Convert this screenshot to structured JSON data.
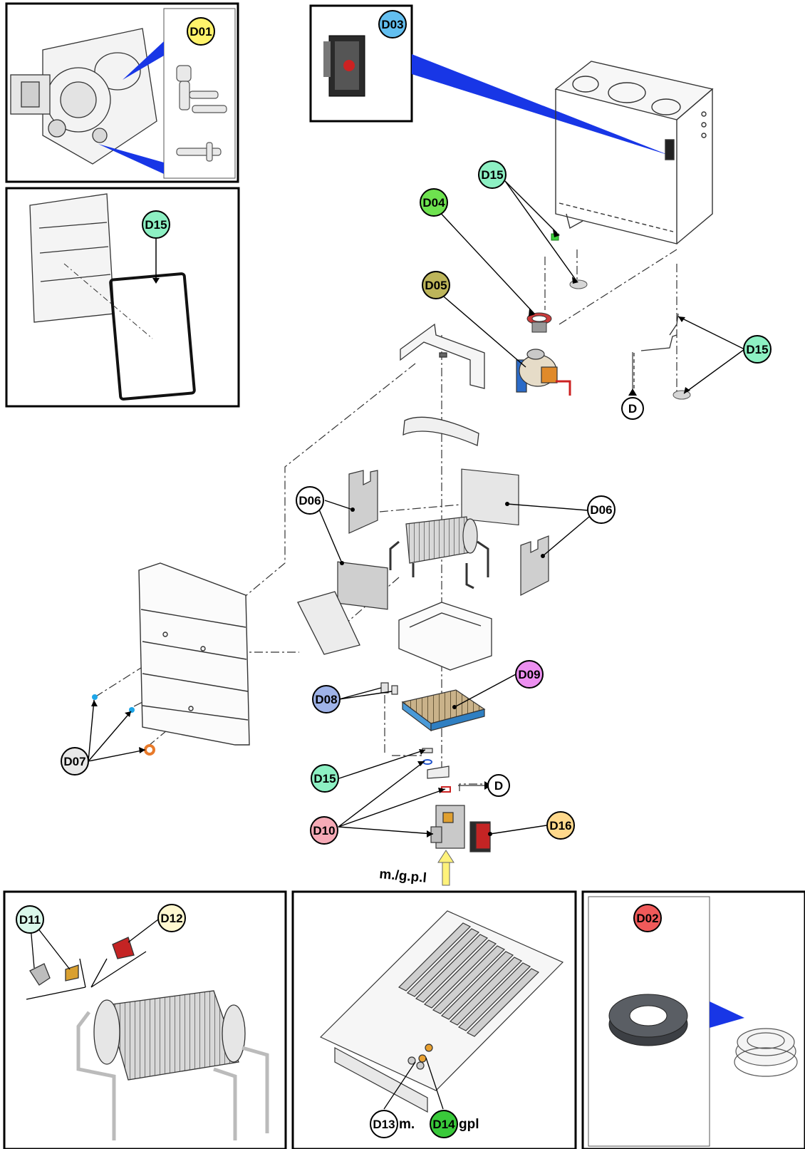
{
  "labels": {
    "d01": "D01",
    "d02": "D02",
    "d03": "D03",
    "d04": "D04",
    "d05": "D05",
    "d06": "D06",
    "d07": "D07",
    "d08": "D08",
    "d09": "D09",
    "d10": "D10",
    "d11": "D11",
    "d12": "D12",
    "d13": "D13",
    "d14": "D14",
    "d15": "D15",
    "d16": "D16",
    "connector": "D"
  },
  "captions": {
    "gas_type": "m./g.p.l",
    "d13_suffix": "m.",
    "d14_suffix": "gpl"
  },
  "colors": {
    "d01": "#fff36b",
    "d02": "#f05a5a",
    "d03": "#63bff0",
    "d04": "#6ee24f",
    "d05": "#bdb55a",
    "d06": "#ffffff",
    "d07": "#e8e8e8",
    "d08": "#9fb3e8",
    "d09": "#ec8ff0",
    "d10": "#f5aab6",
    "d11": "#d9f7ea",
    "d12": "#fff8d0",
    "d13": "#ffffff",
    "d14": "#39c93a",
    "d15": "#8df0c3",
    "d16": "#ffd98c",
    "callout_wedge": "#1836e6",
    "gas_arrow": "#fff27a"
  }
}
